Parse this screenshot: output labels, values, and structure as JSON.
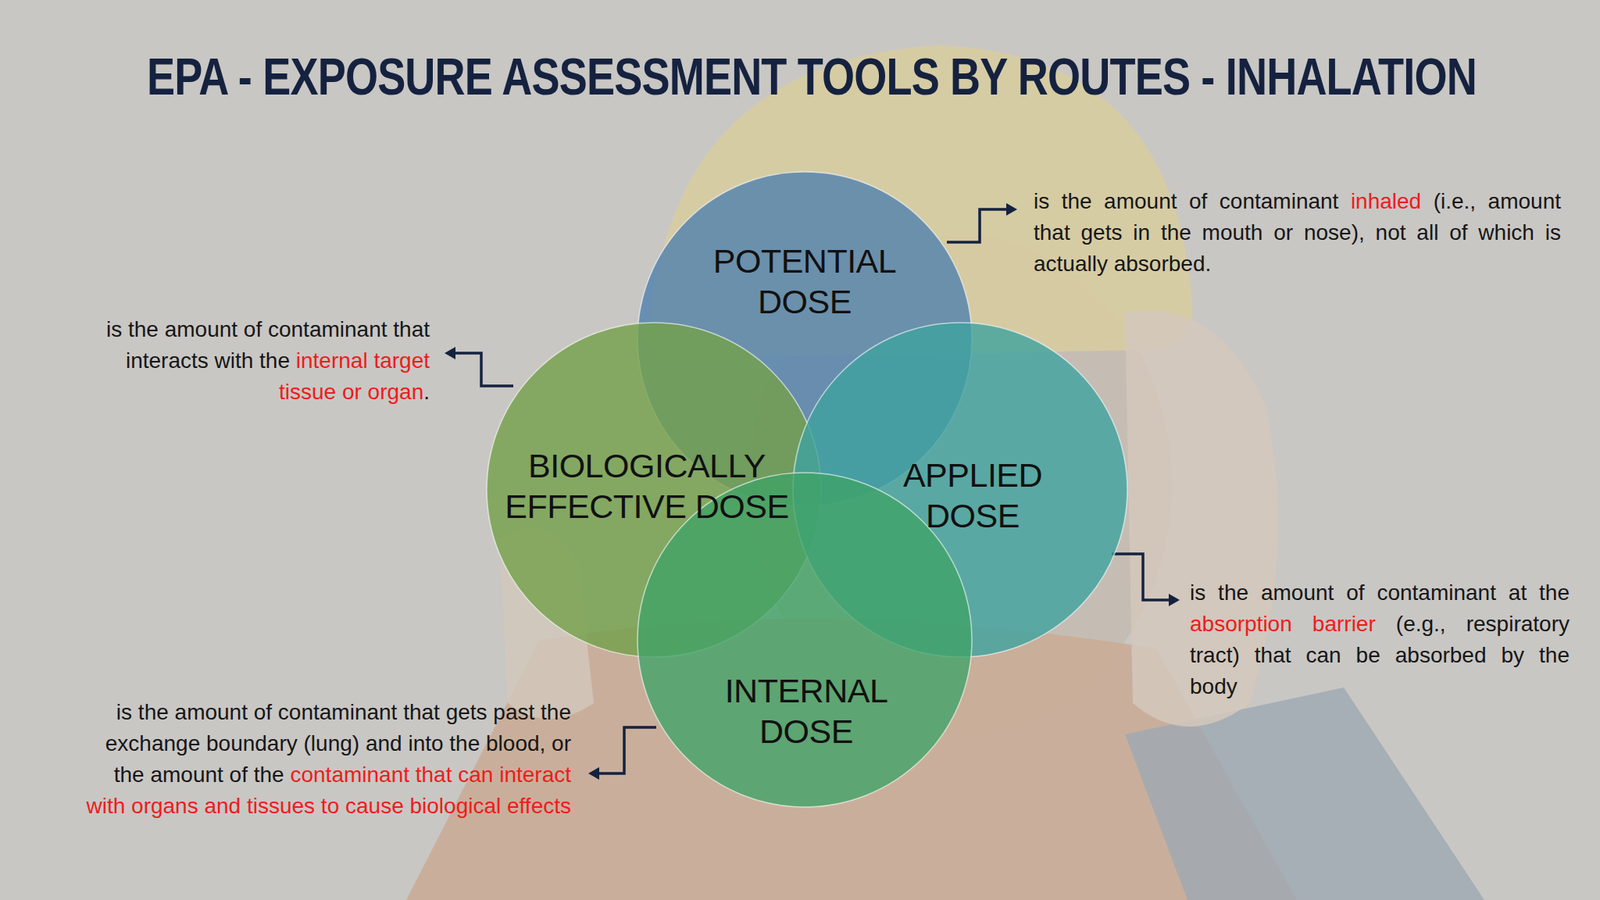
{
  "diagram": {
    "title": "EPA - EXPOSURE ASSESSMENT TOOLS BY ROUTES - INHALATION",
    "nodes": [
      {
        "text": [
          "POTENTIAL DOSE"
        ]
      },
      {
        "text": [
          "BIOLOGICALLY EFFECTIVE DOSE"
        ]
      },
      {
        "text": [
          "APPLIED DOSE"
        ]
      },
      {
        "text": [
          "INTERNAL DOSE"
        ]
      }
    ],
    "labels": [
      "is the amount of contaminant inhaled (i.e., amount that gets in the mouth or nose), not all of which is actually absorbed.",
      "is the amount of contaminant that interacts with the internal target tissue or organ.",
      "is the amount of contaminant at the absorption barrier (e.g., respiratory tract) that can be absorbed by the body",
      "is the amount of contaminant that gets past the exchange boundary (lung) and into the blood, or the amount of the contaminant that can interact with organs and tissues to cause biological effects"
    ]
  }
}
